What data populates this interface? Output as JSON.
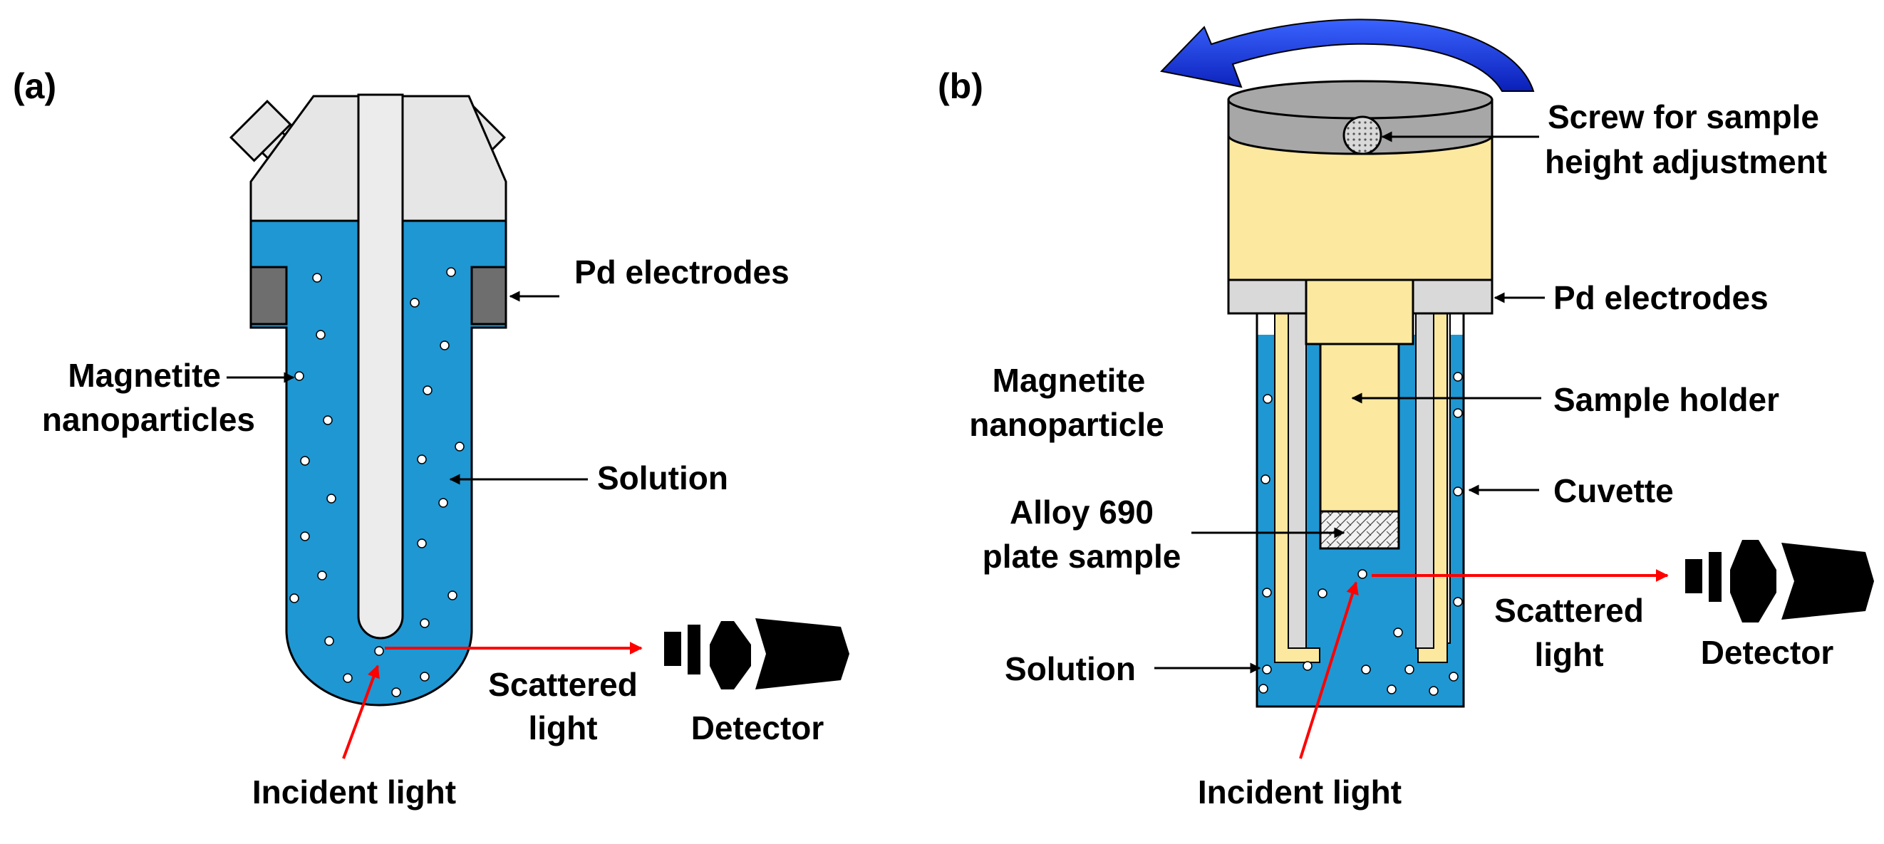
{
  "panel_a": {
    "tag": "(a)",
    "labels": {
      "pd_electrodes": "Pd electrodes",
      "magnetite_line1": "Magnetite",
      "magnetite_line2": "nanoparticles",
      "solution": "Solution",
      "scattered_line1": "Scattered",
      "scattered_line2": "light",
      "detector": "Detector",
      "incident": "Incident light"
    }
  },
  "panel_b": {
    "tag": "(b)",
    "labels": {
      "screw_line1": "Screw for sample",
      "screw_line2": "height adjustment",
      "pd_electrodes": "Pd electrodes",
      "magnetite_line1": "Magnetite",
      "magnetite_line2": "nanoparticle",
      "sample_holder": "Sample holder",
      "cuvette": "Cuvette",
      "alloy_line1": "Alloy 690",
      "alloy_line2": "plate sample",
      "solution": "Solution",
      "scattered_line1": "Scattered",
      "scattered_line2": "light",
      "detector": "Detector",
      "incident": "Incident light"
    }
  },
  "colors": {
    "solution": "#1f97d3",
    "cap": "#e6e6e6",
    "electrode": "#6e6e6e",
    "holder": "#fde8a0",
    "screw_cap": "#a7a7a7",
    "light_ray": "#ff0000",
    "rotation_arrow": "#0a2fdb"
  }
}
